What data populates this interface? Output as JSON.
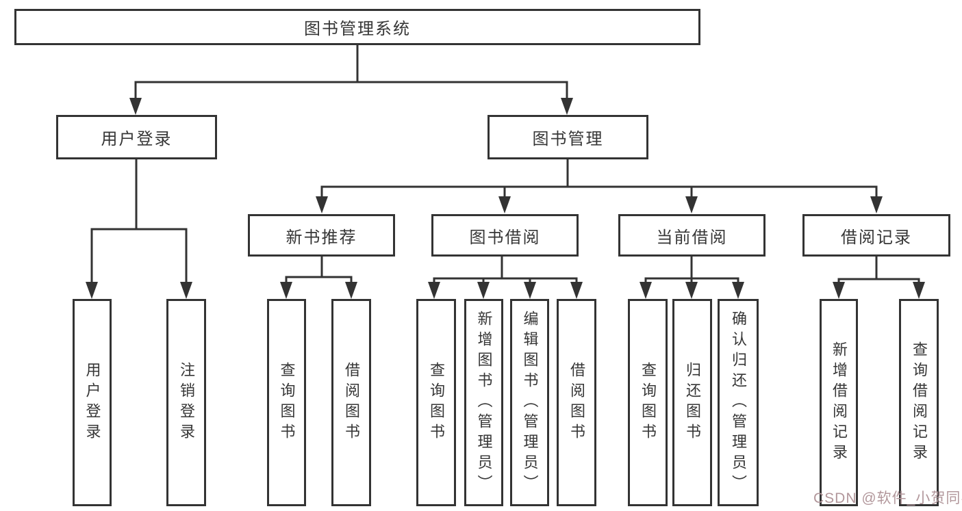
{
  "diagram": {
    "title_node": "图书管理系统",
    "nodes": [
      {
        "id": "root",
        "label": "图书管理系统",
        "parent": null
      },
      {
        "id": "user-login",
        "label": "用户登录",
        "parent": "root"
      },
      {
        "id": "book-management",
        "label": "图书管理",
        "parent": "root"
      },
      {
        "id": "new-book-recommend",
        "label": "新书推荐",
        "parent": "book-management"
      },
      {
        "id": "book-borrow",
        "label": "图书借阅",
        "parent": "book-management"
      },
      {
        "id": "current-borrow",
        "label": "当前借阅",
        "parent": "book-management"
      },
      {
        "id": "borrow-records",
        "label": "借阅记录",
        "parent": "book-management"
      },
      {
        "id": "leaf-user-login",
        "label": "用户登录",
        "parent": "user-login"
      },
      {
        "id": "leaf-logout",
        "label": "注销登录",
        "parent": "user-login"
      },
      {
        "id": "leaf-query-books-1",
        "label": "查询图书",
        "parent": "new-book-recommend"
      },
      {
        "id": "leaf-borrow-books-1",
        "label": "借阅图书",
        "parent": "new-book-recommend"
      },
      {
        "id": "leaf-query-books-2",
        "label": "查询图书",
        "parent": "book-borrow"
      },
      {
        "id": "leaf-add-book",
        "label": "新增图书（管理员）",
        "parent": "book-borrow"
      },
      {
        "id": "leaf-edit-book",
        "label": "编辑图书（管理员）",
        "parent": "book-borrow"
      },
      {
        "id": "leaf-borrow-books-2",
        "label": "借阅图书",
        "parent": "book-borrow"
      },
      {
        "id": "leaf-query-books-3",
        "label": "查询图书",
        "parent": "current-borrow"
      },
      {
        "id": "leaf-return-book",
        "label": "归还图书",
        "parent": "current-borrow"
      },
      {
        "id": "leaf-confirm-return",
        "label": "确认归还（管理员）",
        "parent": "current-borrow"
      },
      {
        "id": "leaf-add-borrow-record",
        "label": "新增借阅记录",
        "parent": "borrow-records"
      },
      {
        "id": "leaf-query-borrow-record",
        "label": "查询借阅记录",
        "parent": "borrow-records"
      }
    ]
  },
  "colors": {
    "line": "#333333",
    "box_border": "#333333",
    "text": "#363636",
    "watermark": "#b2979b",
    "background": "#ffffff"
  },
  "watermark": {
    "text": "CSDN @软件_小贺同学"
  }
}
